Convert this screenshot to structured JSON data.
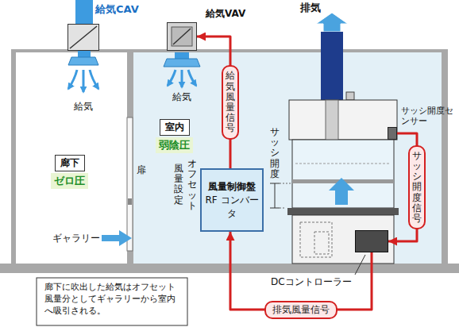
{
  "diagram": {
    "nodes": [
      {
        "text": [
          "給気CAV"
        ]
      },
      {
        "text": [
          "給気VAV"
        ]
      },
      {
        "text": [
          "室内",
          "弱陰圧"
        ]
      },
      {
        "text": [
          "廊下",
          "ゼロ圧"
        ]
      },
      {
        "text": [
          "サッシ開度センサー"
        ]
      },
      {
        "text": [
          "風量制御盤",
          "RF コンバータ"
        ]
      },
      {
        "text": [
          "DCコントローラー"
        ]
      }
    ],
    "edges": [
      {
        "from": 5,
        "to": 1,
        "label": "給気風量信号",
        "arrow": "to"
      },
      {
        "from": 4,
        "to": 6,
        "label": "サッシ開度信号",
        "arrow": "to"
      },
      {
        "from": 6,
        "to": 5,
        "label": "排気風量信号",
        "arrow": "to"
      }
    ],
    "labels": [
      "給気",
      "給気",
      "排気",
      "サッシ開度",
      "扉",
      "オフセット",
      "風量設定",
      "ギャラリー",
      "廊下に吹出した給気はオフセット風量分としてギャラリーから室内へ吸引される。"
    ]
  }
}
